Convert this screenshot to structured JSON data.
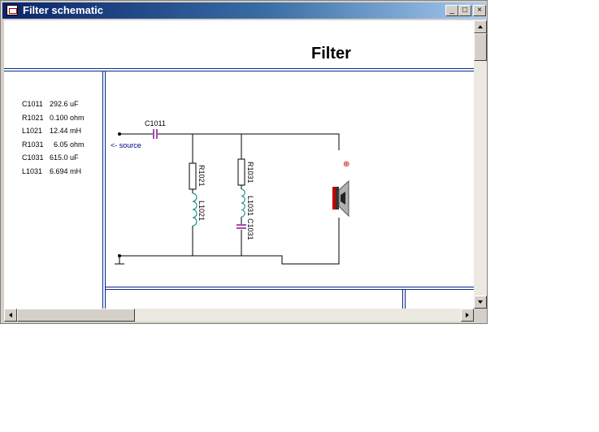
{
  "window": {
    "title": "Filter schematic",
    "controls": {
      "minimize": "_",
      "maximize": "□",
      "close": "×"
    }
  },
  "document": {
    "title": "Filter"
  },
  "components": [
    {
      "id": "C1011",
      "value": "292.6 uF"
    },
    {
      "id": "R1021",
      "value": "0.100 ohm"
    },
    {
      "id": "L1021",
      "value": "12.44 mH"
    },
    {
      "id": "R1031",
      "value": "6.05 ohm"
    },
    {
      "id": "C1031",
      "value": "615.0 uF"
    },
    {
      "id": "L1031",
      "value": "6.694 mH"
    }
  ],
  "schematic": {
    "c_series_label": "C1011",
    "source_label": "<- source",
    "r1_label": "R1021",
    "l1_label": "L1021",
    "r2_label": "R1031",
    "l2_label": "L1031",
    "c2_label": "C1031",
    "polarity_symbol": "⊕"
  },
  "colors": {
    "title_gradient_start": "#0a246a",
    "title_gradient_end": "#a6caf0",
    "frame_lines": "#0a2a8a",
    "inductor": "#008080",
    "capacitor": "#800080",
    "source_label": "#000080",
    "polarity": "#c00000"
  },
  "icons": {
    "app": "schematic-app-icon",
    "scroll_up": "arrow-up-icon",
    "scroll_down": "arrow-down-icon",
    "scroll_left": "arrow-left-icon",
    "scroll_right": "arrow-right-icon"
  }
}
